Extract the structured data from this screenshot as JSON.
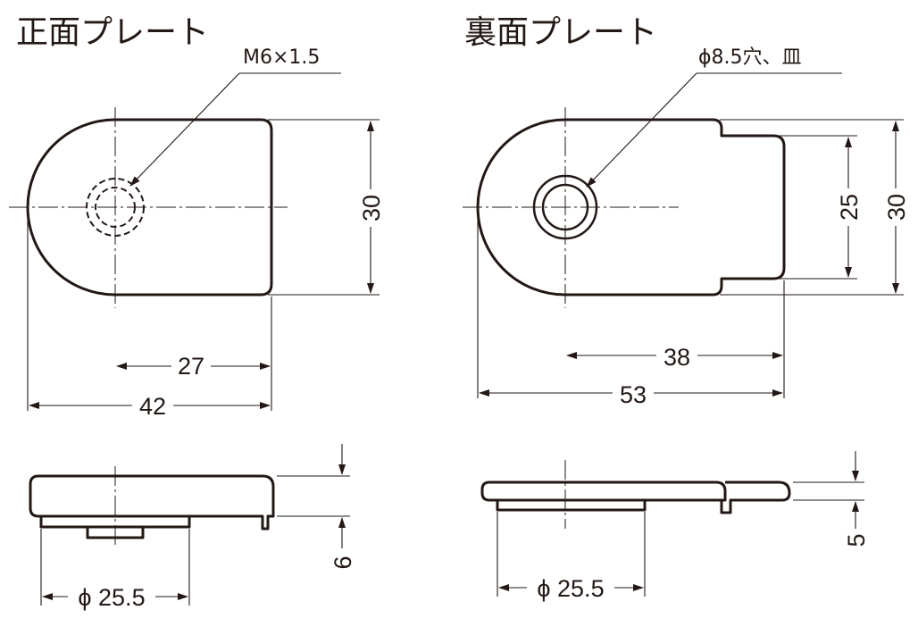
{
  "front_plate": {
    "title": "正面プレート",
    "thread_callout": "M6×1.5",
    "dim_height": "30",
    "dim_hole_to_edge": "27",
    "dim_length": "42",
    "dim_thickness": "6",
    "dim_diameter": "ϕ 25.5"
  },
  "back_plate": {
    "title": "裏面プレート",
    "hole_callout": "ϕ8.5穴、皿",
    "dim_step_height": "25",
    "dim_height": "30",
    "dim_hole_to_edge": "38",
    "dim_length": "53",
    "dim_thickness": "5",
    "dim_diameter": "ϕ 25.5"
  }
}
